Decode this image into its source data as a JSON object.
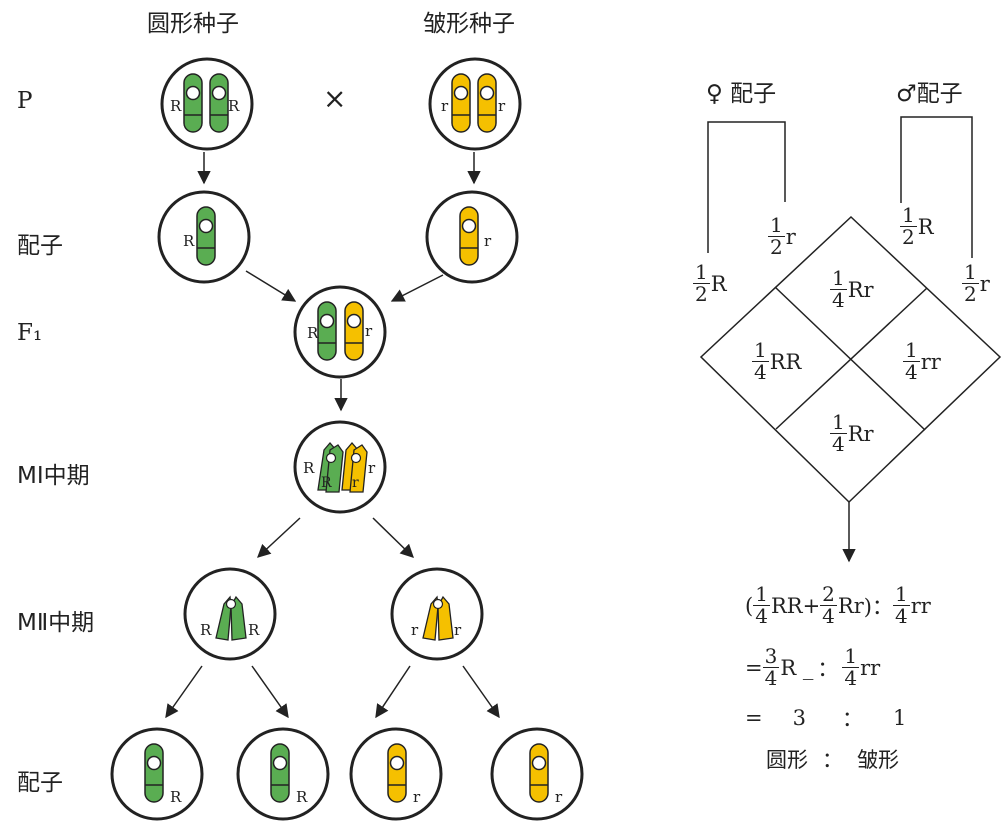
{
  "colors": {
    "green": "#5aad52",
    "yellow": "#f5c000",
    "line": "#222222"
  },
  "left": {
    "round_seed": "圆形种子",
    "wrinkled_seed": "皱形种子",
    "P": "P",
    "cross": "×",
    "gamete": "配子",
    "F1": "F₁",
    "MI": "MⅠ中期",
    "MII": "MⅡ中期",
    "gamete_bottom": "配子"
  },
  "alleles": {
    "dominant": "R",
    "recessive": "r"
  },
  "right": {
    "female_gamete": "♀ 配子",
    "male_gamete": "♂配子",
    "half": {
      "num": "1",
      "den": "2"
    },
    "quarter": {
      "num": "1",
      "den": "4"
    },
    "two_quarters": {
      "num": "2",
      "den": "4"
    },
    "three_quarters": {
      "num": "3",
      "den": "4"
    },
    "R": "R",
    "r": "r",
    "RR": "RR",
    "Rr": "Rr",
    "rr": "rr",
    "R_": "R _",
    "lparen": "(",
    "plus": "+",
    "rparen_colon": ")：",
    "colon": "：",
    "equals": "=",
    "three": "3",
    "one": "1",
    "round": "圆形",
    "wrinkled": "皱形"
  }
}
